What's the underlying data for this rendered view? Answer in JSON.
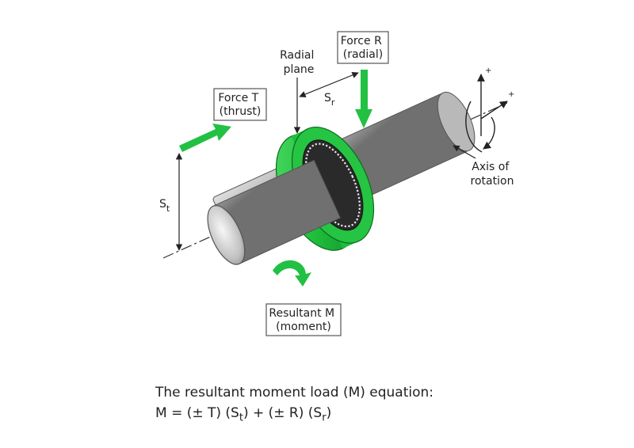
{
  "labels": {
    "force_t": [
      "Force T",
      "(thrust)"
    ],
    "force_r": [
      "Force R",
      "(radial)"
    ],
    "radial_plane": [
      "Radial",
      "plane"
    ],
    "axis": [
      "Axis of",
      "rotation"
    ],
    "resultant": [
      "Resultant M",
      "(moment)"
    ],
    "s_t": {
      "base": "S",
      "sub": "t"
    },
    "s_r": {
      "base": "S",
      "sub": "r"
    },
    "plus": "+"
  },
  "equation": {
    "title": "The resultant moment load (M) equation:",
    "lhs": "M = (± T) (S",
    "sub1": "t",
    "mid": ") + (± R) (S",
    "sub2": "r",
    "end": ")"
  },
  "colors": {
    "accent_green": "#22c043",
    "ring_green": "#1fbf3c",
    "shaft_light": "#f2f2f2",
    "shaft_dark": "#6e6e6e"
  }
}
